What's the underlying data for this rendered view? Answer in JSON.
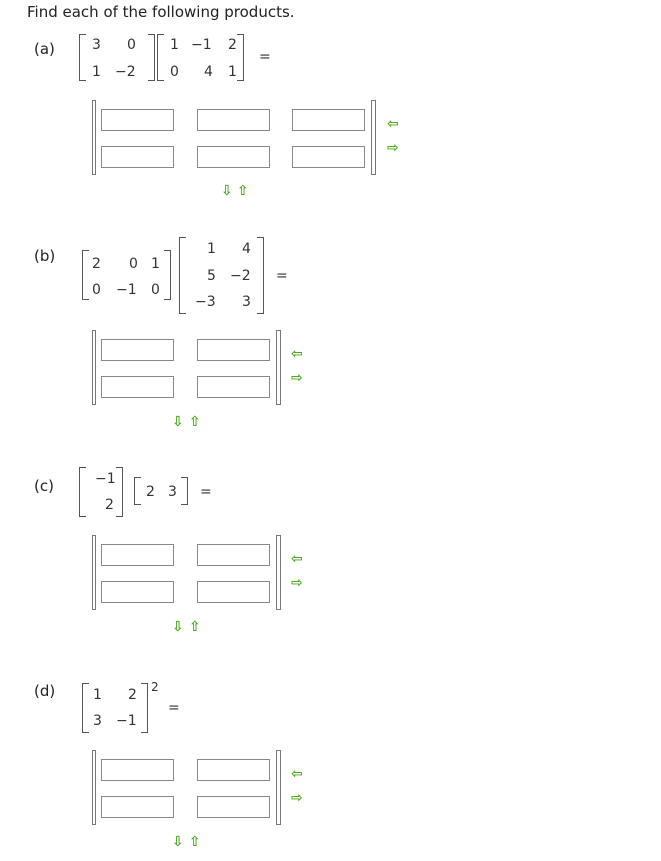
{
  "instruction": "Find each of the following products.",
  "equals": "=",
  "arrows": {
    "left": "⇦",
    "right": "⇨",
    "down": "⇩",
    "up": "⇧"
  },
  "parts": {
    "a": {
      "label": "(a)",
      "A": [
        [
          "3",
          "0"
        ],
        [
          "1",
          "−2"
        ]
      ],
      "B": [
        [
          "1",
          "−1",
          "2"
        ],
        [
          "0",
          "4",
          "1"
        ]
      ]
    },
    "b": {
      "label": "(b)",
      "A": [
        [
          "2",
          "0",
          "1"
        ],
        [
          "0",
          "−1",
          "0"
        ]
      ],
      "B": [
        [
          "1",
          "4"
        ],
        [
          "5",
          "−2"
        ],
        [
          "−3",
          "3"
        ]
      ]
    },
    "c": {
      "label": "(c)",
      "A": [
        [
          "−1"
        ],
        [
          "2"
        ]
      ],
      "B": [
        [
          "2",
          "3"
        ]
      ]
    },
    "d": {
      "label": "(d)",
      "A": [
        [
          "1",
          "2"
        ],
        [
          "3",
          "−1"
        ]
      ],
      "power": "2"
    }
  },
  "colors": {
    "arrow": "#4caa1f",
    "text": "#222222",
    "border": "#777777"
  }
}
